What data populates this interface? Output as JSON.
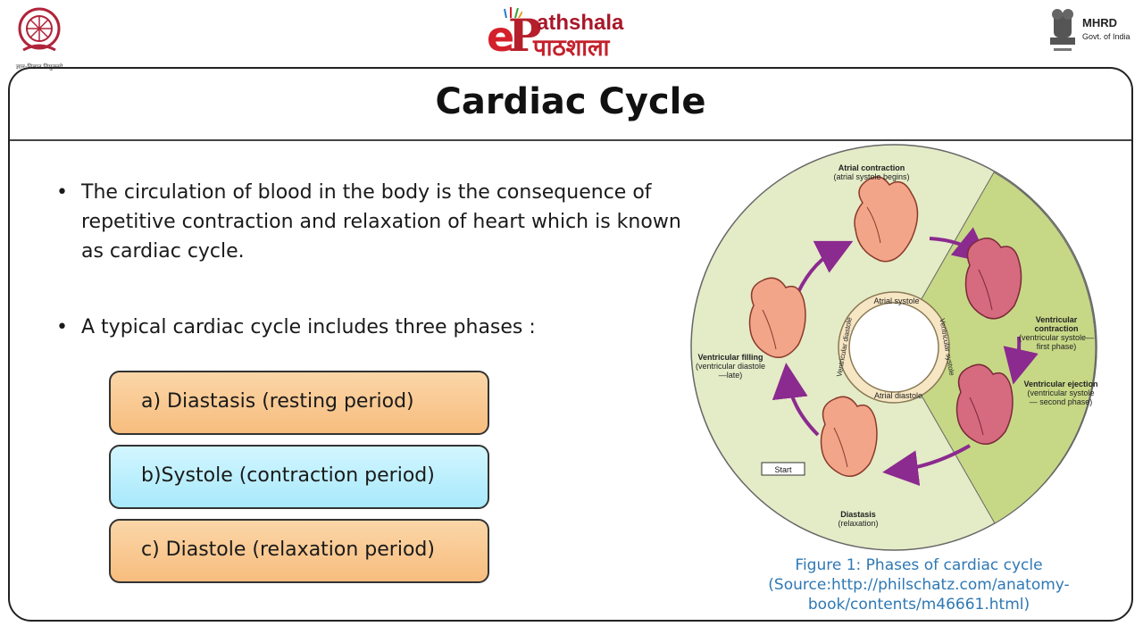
{
  "header": {
    "left_logo_caption": "ज्ञान-विज्ञान विमुक्तये",
    "center_logo": {
      "latin": "athshala",
      "devanagari": "पाठशाला"
    },
    "right_logo": {
      "title": "MHRD",
      "subtitle": "Govt. of India"
    }
  },
  "slide": {
    "title": "Cardiac Cycle",
    "bullets": [
      "The circulation of blood in the body is the consequence of repetitive contraction and relaxation of heart which is known as cardiac cycle.",
      "A typical cardiac cycle includes three phases :"
    ],
    "phases": [
      {
        "label": "a) Diastasis (resting period)",
        "color": "#f7bd7e"
      },
      {
        "label": "b)Systole (contraction period)",
        "color": "#a8e9fb"
      },
      {
        "label": "c) Diastole (relaxation period)",
        "color": "#f7bd7e"
      }
    ]
  },
  "figure": {
    "labels": {
      "atrial_contraction": "Atrial contraction",
      "atrial_contraction_sub": "(atrial systole begins)",
      "ventricular_contraction": "Ventricular contraction",
      "ventricular_contraction_sub": "(ventricular systole— first phase)",
      "ventricular_ejection": "Ventricular ejection",
      "ventricular_ejection_sub": "(ventricular systole— second phase)",
      "diastasis": "Diastasis",
      "diastasis_sub": "(relaxation)",
      "ventricular_filling": "Ventricular filling",
      "ventricular_filling_sub": "(ventricular diastole—late)",
      "start": "Start",
      "ring_atrial_systole": "Atrial systole",
      "ring_atrial_diastole": "Atrial diastole",
      "ring_ventricular_diastole": "Ventricular diastole",
      "ring_ventricular_systole": "Ventricular systole"
    },
    "caption_line1": "Figure 1: Phases of cardiac cycle",
    "caption_line2": "(Source:http://philschatz.com/anatomy-",
    "caption_line3": "book/contents/m46661.html)"
  }
}
